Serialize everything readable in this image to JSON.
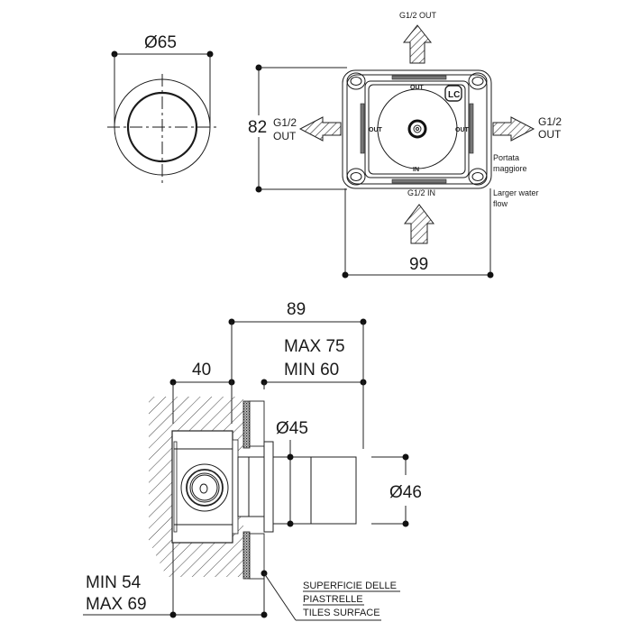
{
  "drawing": {
    "front_view": {
      "diameter_label": "Ø65"
    },
    "box_view": {
      "height_label": "82",
      "width_label": "99",
      "top_port_label": "G1/2 OUT",
      "left_port_label_line1": "G1/2",
      "left_port_label_line2": "OUT",
      "right_port_label_line1": "G1/2",
      "right_port_label_line2": "OUT",
      "bottom_port_label": "G1/2 IN",
      "inner_top_label": "OUT",
      "inner_left_label": "OUT",
      "inner_right_label": "OUT",
      "inner_bottom_label": "IN",
      "note_it_line1": "Portata",
      "note_it_line2": "maggiore",
      "note_en_line1": "Larger water",
      "note_en_line2": "flow",
      "logo_text": "LC"
    },
    "side_view": {
      "overall_length_label": "89",
      "depth_label": "40",
      "range_label_line1": "MAX 75",
      "range_label_line2": "MIN 60",
      "spindle_diameter_label": "Ø45",
      "knob_diameter_label": "Ø46",
      "wall_range_line1": "MIN 54",
      "wall_range_line2": "MAX 69",
      "tile_note_line1": "SUPERFICIE DELLE",
      "tile_note_line2": "PIASTRELLE",
      "tile_note_line3": "TILES SURFACE"
    }
  }
}
